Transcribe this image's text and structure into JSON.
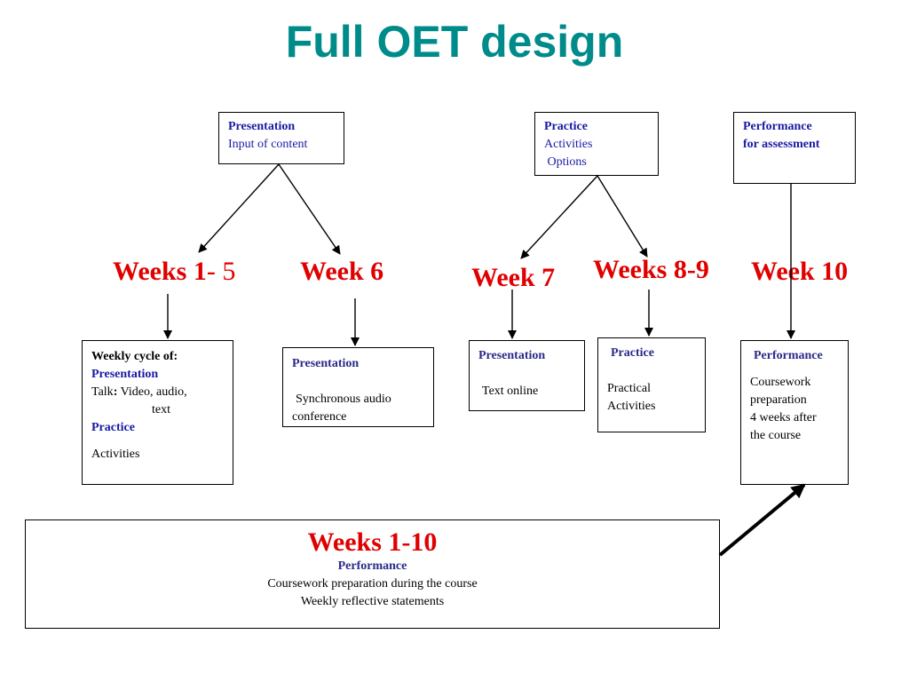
{
  "title": "Full OET design",
  "top_boxes": {
    "presentation": {
      "heading": "Presentation",
      "line": "Input of content"
    },
    "practice": {
      "heading": "Practice",
      "line1": "Activities",
      "line2": " Options"
    },
    "performance": {
      "line1": "Performance",
      "line2": "for assessment"
    }
  },
  "weeks": {
    "weeks_1_5_bold": "Weeks 1",
    "weeks_1_5_rest": "- 5",
    "week_6": "Week 6",
    "week_7": "Week 7",
    "weeks_8_9": "Weeks 8-9",
    "week_10": "Week 10"
  },
  "bottom_boxes": {
    "weekly": {
      "heading": "Weekly cycle of:",
      "presentation": "Presentation",
      "talk_label": "Talk",
      "talk_colon": ":",
      "talk_text": " Video, audio,",
      "talk_text2": "text",
      "practice": "Practice",
      "activities": "Activities"
    },
    "week6": {
      "heading": "Presentation",
      "line1": "Synchronous audio",
      "line2": "conference"
    },
    "week7": {
      "heading": "Presentation",
      "line1": "Text online"
    },
    "week89": {
      "heading": "Practice",
      "line1": "Practical",
      "line2": "Activities"
    },
    "week10": {
      "heading": "Performance",
      "line1": "Coursework",
      "line2": "preparation",
      "line3": "4 weeks after",
      "line4": "the course"
    }
  },
  "weeks_1_10_box": {
    "heading": "Weeks 1-10",
    "sub": "Performance",
    "line1": "Coursework preparation during the course",
    "line2": "Weekly reflective statements"
  }
}
